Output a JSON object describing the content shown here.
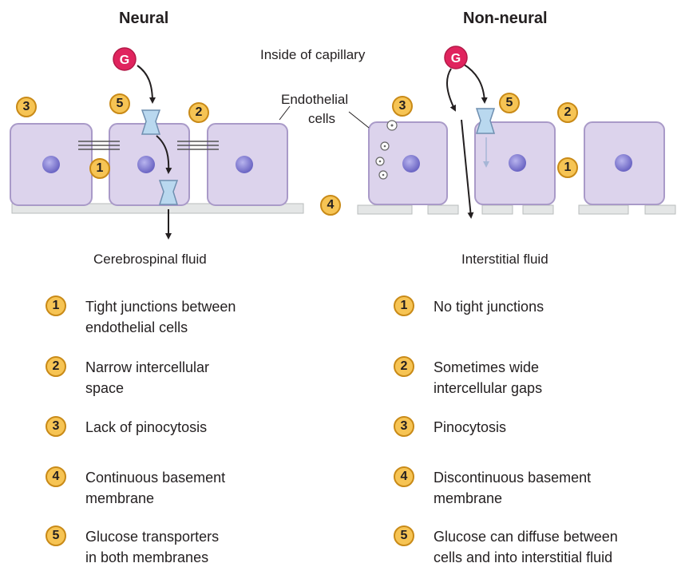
{
  "panels": {
    "neural": {
      "title": "Neural",
      "fluid": "Cerebrospinal fluid"
    },
    "non_neural": {
      "title": "Non-neural",
      "fluid": "Interstitial fluid"
    }
  },
  "labels": {
    "capillary": "Inside of capillary",
    "endothelial": [
      "Endothelial",
      "cells"
    ],
    "glucose": "G"
  },
  "legend": {
    "neural": [
      {
        "num": "1",
        "lines": [
          "Tight junctions between",
          "endothelial cells"
        ]
      },
      {
        "num": "2",
        "lines": [
          "Narrow intercellular",
          "space"
        ]
      },
      {
        "num": "3",
        "lines": [
          "Lack of pinocytosis"
        ]
      },
      {
        "num": "4",
        "lines": [
          "Continuous basement",
          "membrane"
        ]
      },
      {
        "num": "5",
        "lines": [
          "Glucose transporters",
          "in both membranes"
        ]
      }
    ],
    "non_neural": [
      {
        "num": "1",
        "lines": [
          "No tight junctions"
        ]
      },
      {
        "num": "2",
        "lines": [
          "Sometimes wide",
          "intercellular gaps"
        ]
      },
      {
        "num": "3",
        "lines": [
          "Pinocytosis"
        ]
      },
      {
        "num": "4",
        "lines": [
          "Discontinuous basement",
          "membrane"
        ]
      },
      {
        "num": "5",
        "lines": [
          "Glucose can diffuse between",
          "cells and into interstitial fluid"
        ]
      }
    ]
  },
  "colors": {
    "cell_fill": "#dcd3ec",
    "cell_stroke": "#a99ac8",
    "nucleus": "#8d87d6",
    "badge_fill": "#f6c454",
    "badge_stroke": "#c98a17",
    "glucose": "#e0245e",
    "transporter": "#b9d8ef",
    "membrane": "#e4e6e6"
  }
}
